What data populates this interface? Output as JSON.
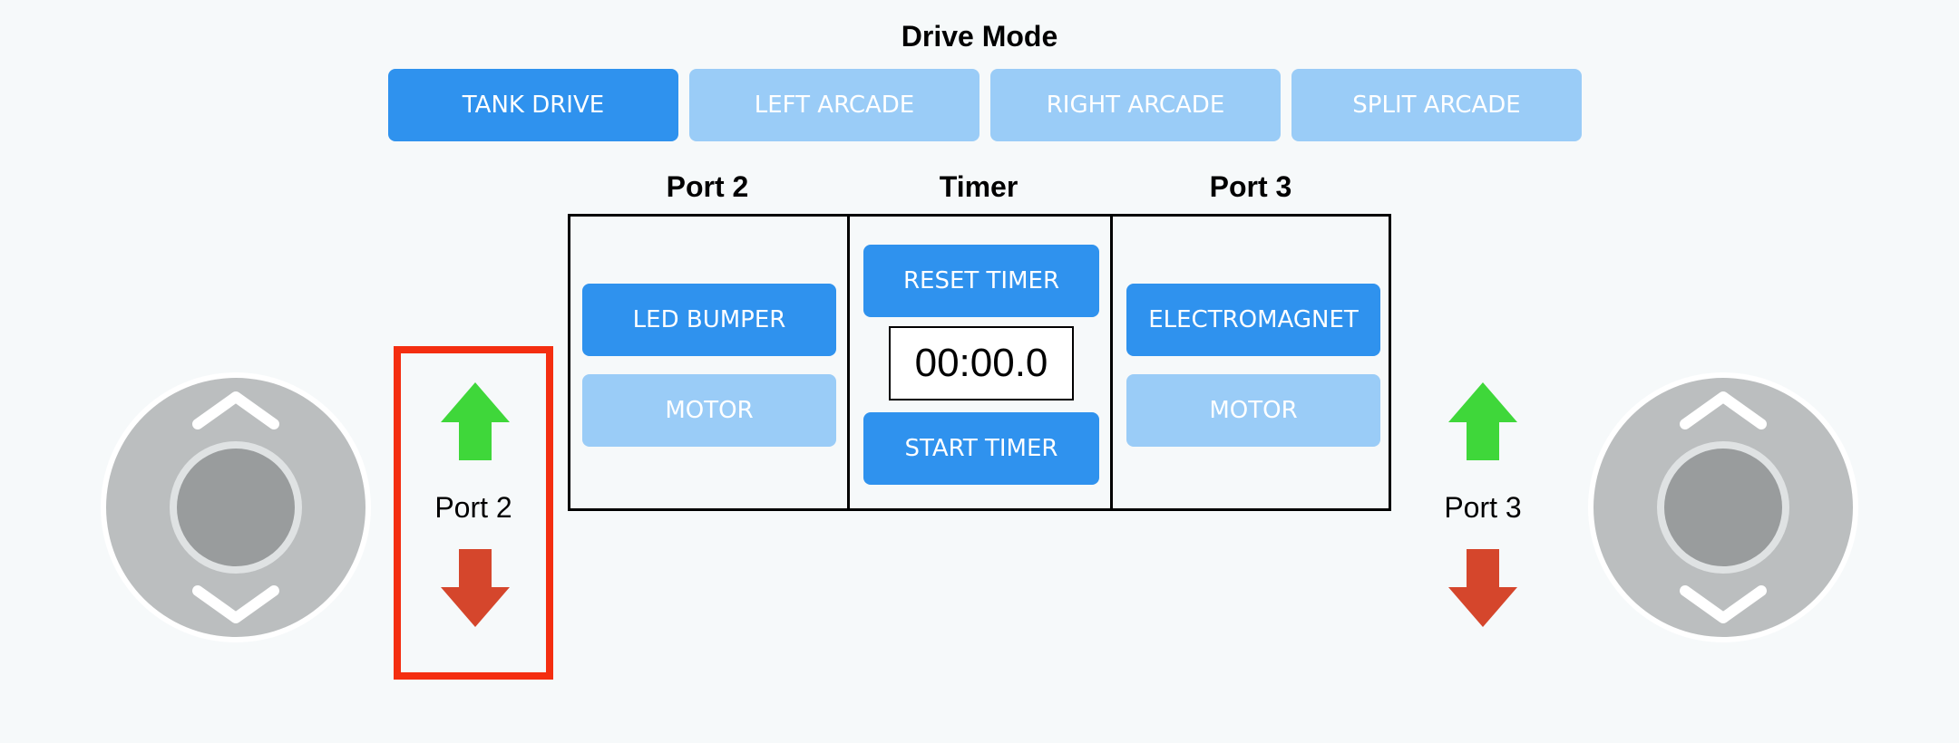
{
  "drive_mode": {
    "title": "Drive Mode",
    "options": [
      {
        "label": "TANK DRIVE",
        "active": true
      },
      {
        "label": "LEFT ARCADE",
        "active": false
      },
      {
        "label": "RIGHT ARCADE",
        "active": false
      },
      {
        "label": "SPLIT ARCADE",
        "active": false
      }
    ]
  },
  "panel": {
    "port2": {
      "header": "Port 2",
      "led_bumper_label": "LED BUMPER",
      "motor_label": "MOTOR"
    },
    "timer": {
      "header": "Timer",
      "reset_label": "RESET TIMER",
      "display": "00:00.0",
      "start_label": "START TIMER"
    },
    "port3": {
      "header": "Port 3",
      "electromagnet_label": "ELECTROMAGNET",
      "motor_label": "MOTOR"
    }
  },
  "left_control": {
    "port_label": "Port 2",
    "up_icon": "arrow-up-icon",
    "down_icon": "arrow-down-icon"
  },
  "right_control": {
    "port_label": "Port 3",
    "up_icon": "arrow-up-icon",
    "down_icon": "arrow-down-icon"
  },
  "colors": {
    "primary": "#2f92ee",
    "muted": "#9accf7",
    "up_arrow": "#3fd73a",
    "down_arrow": "#d5462c",
    "highlight": "#f42e10",
    "joystick_outer": "#bbbebf",
    "joystick_knob": "#999c9d"
  }
}
